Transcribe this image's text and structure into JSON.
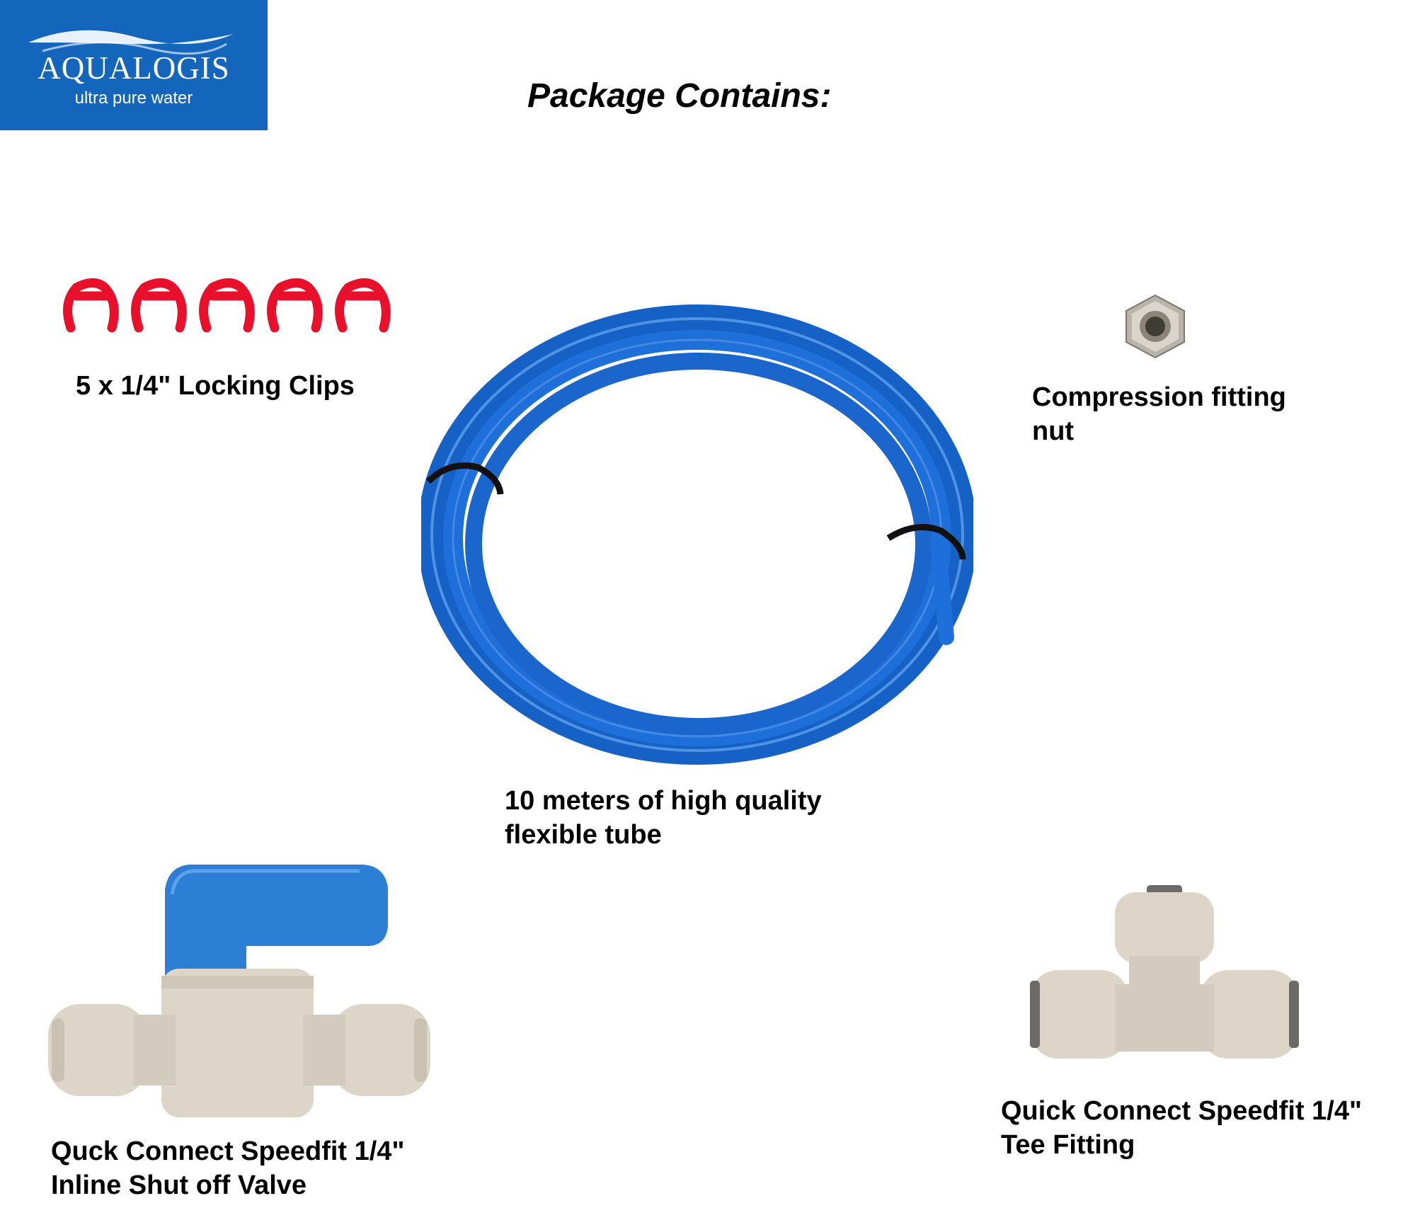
{
  "logo": {
    "brand": "AQUALOGIS",
    "tagline": "ultra pure water"
  },
  "headline": "Package Contains:",
  "items": [
    {
      "caption_lines": [
        "5 x 1/4\" Locking Clips"
      ]
    },
    {
      "caption_lines": [
        "10 meters of high quality",
        "flexible tube"
      ]
    },
    {
      "caption_lines": [
        "Compression fitting",
        "nut"
      ]
    },
    {
      "caption_lines": [
        "Quck Connect Speedfit 1/4\"",
        "Inline Shut off Valve"
      ]
    },
    {
      "caption_lines": [
        "Quick Connect Speedfit 1/4\"",
        "Tee Fitting"
      ]
    }
  ],
  "colors": {
    "logo_bg": "#1466bd",
    "tube": "#1e6fd9",
    "clips": "#e8102a",
    "fitting": "#ddd6c8",
    "valve_handle": "#2d7fd6"
  }
}
